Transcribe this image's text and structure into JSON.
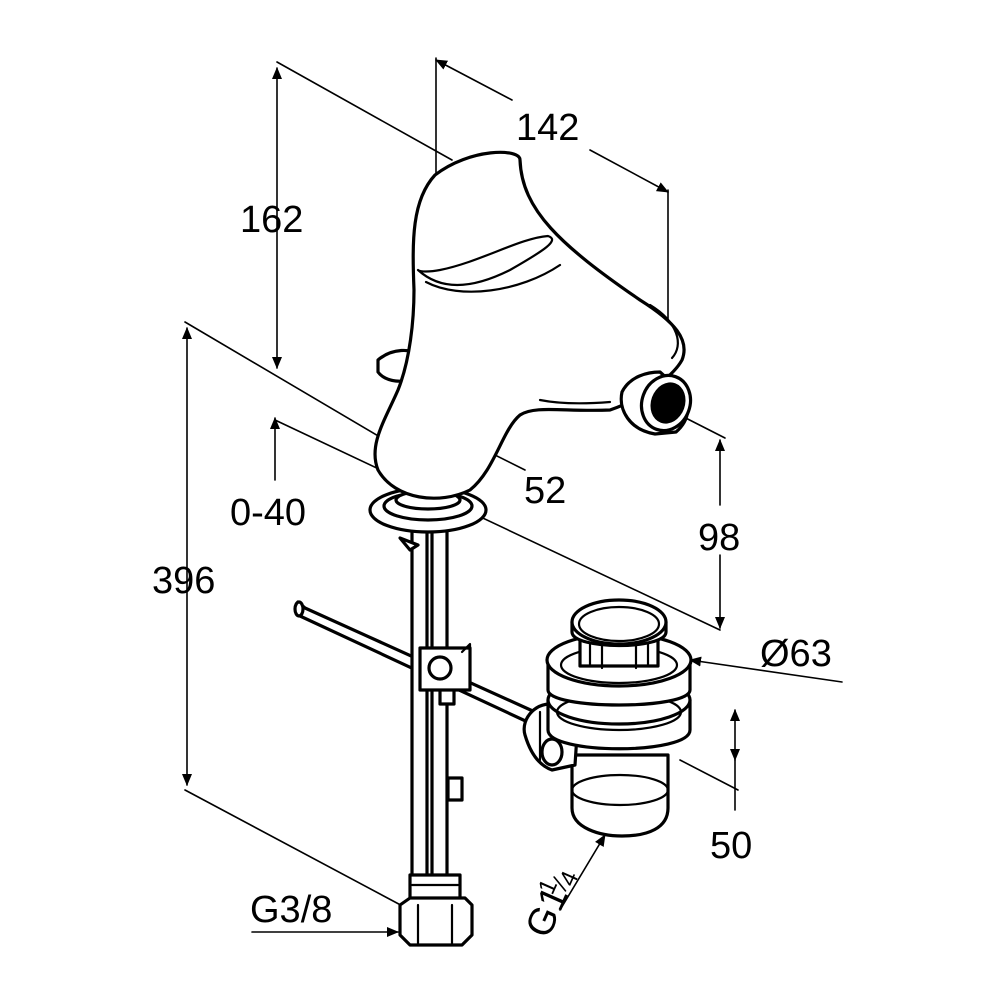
{
  "dimensions": {
    "width_142": "142",
    "height_162": "162",
    "height_396": "396",
    "range_0_40": "0-40",
    "depth_52": "52",
    "height_98": "98",
    "diameter_63": "Ø63",
    "height_50": "50",
    "thread_g38": "G3/8",
    "thread_g114_main": "G1",
    "thread_g114_frac": "1",
    "thread_g114_den": "4"
  },
  "colors": {
    "line": "#000000",
    "background": "#ffffff"
  }
}
